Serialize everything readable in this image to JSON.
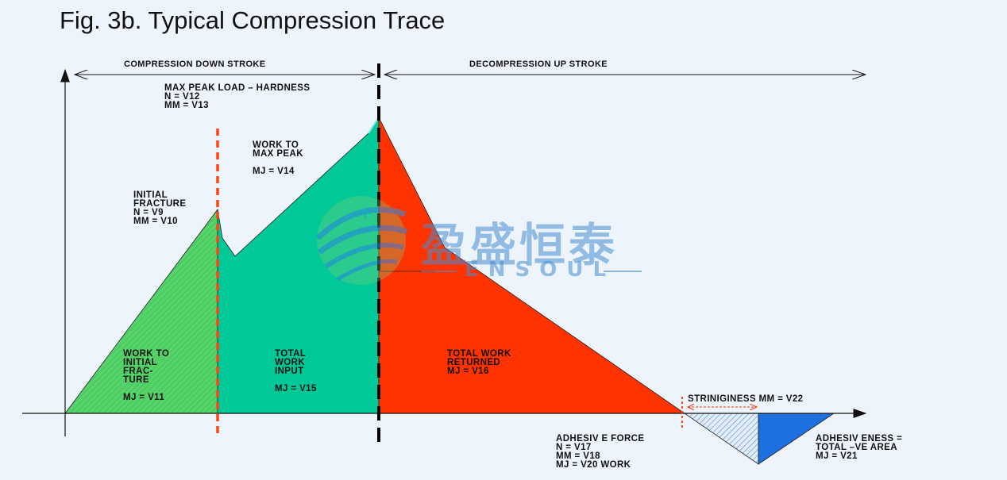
{
  "title": "Fig. 3b. Typical Compression Trace",
  "strokes": {
    "down": "COMPRESSION DOWN STROKE",
    "up": "DECOMPRESSION UP STROKE"
  },
  "labels": {
    "max_peak": "MAX PEAK LOAD – HARDNESS\nN = V12\nmm = V13",
    "work_to_max_peak": "WORK TO\nMAX PEAK\n\nmJ = V14",
    "initial_fracture": "INITIAL\nFRACTURE\nN = V9\nmm = V10",
    "work_to_initial_fracture": "WORK TO\nINITIAL\nFRAC-\nTURE\n\nmJ = V11",
    "total_work_input": "TOTAL\nWORK\nINPUT\n\nmJ = V15",
    "total_work_returned": "TOTAL WORK\nRETURNED\nmJ = V16",
    "stringiness": "STRINIGINESS  mm = V22",
    "adhesive_force": "ADHESIV E FORCE\nN = V17\nmm = V18\nmJ = V20 WORK",
    "adhesiveness": "ADHESIV ENESS =\nTOTAL –VE AREA\nmJ = V21"
  },
  "watermark": {
    "cn": "盈盛恒泰",
    "en": "ENSOUL"
  },
  "colors": {
    "region_fracture": "#55d46a",
    "region_input": "#00c896",
    "region_returned": "#ff3300",
    "region_negative_hatched": "#9fc4e8",
    "region_adhesiveness": "#1e6fe0",
    "fracture_line": "#ff4411",
    "peak_line": "#000000"
  }
}
